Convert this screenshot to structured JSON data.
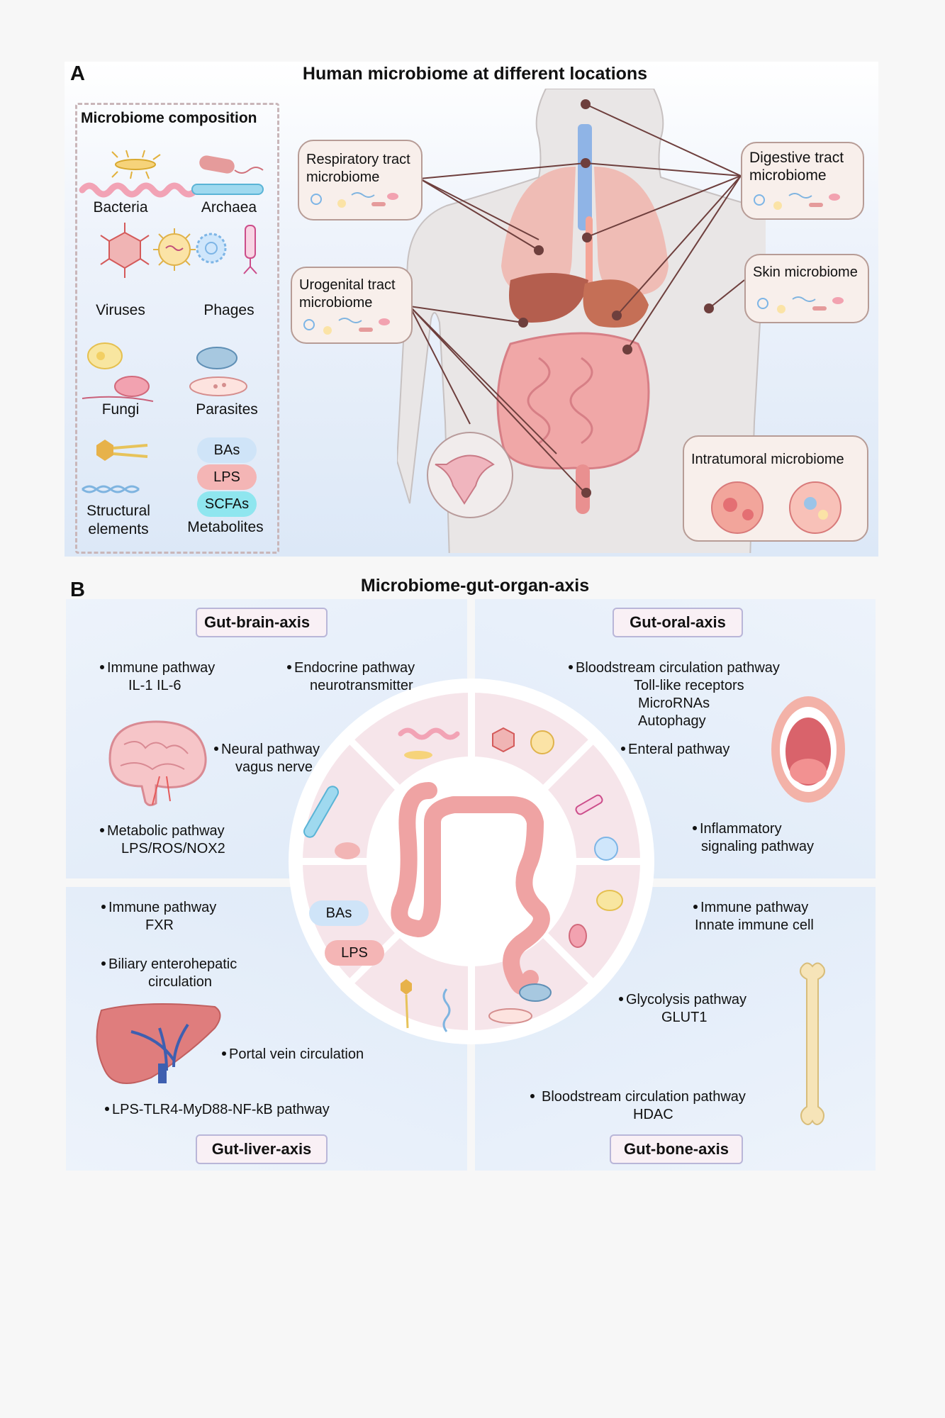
{
  "panel_a": {
    "letter": "A",
    "title": "Human microbiome at different locations",
    "composition": {
      "title": "Microbiome composition",
      "items": [
        "Bacteria",
        "Archaea",
        "Viruses",
        "Phages",
        "Fungi",
        "Parasites",
        "Structural elements",
        "Metabolites"
      ],
      "metabolites": [
        "BAs",
        "LPS",
        "SCFAs"
      ]
    },
    "callouts": {
      "respiratory": "Respiratory tract microbiome",
      "urogenital": "Urogenital tract microbiome",
      "digestive": "Digestive tract microbiome",
      "skin": "Skin microbiome",
      "intratumoral": "Intratumoral microbiome"
    }
  },
  "panel_b": {
    "letter": "B",
    "title": "Microbiome-gut-organ-axis",
    "brain": {
      "tag": "Gut-brain-axis",
      "items": [
        {
          "title": "Immune pathway",
          "sub": "IL-1 IL-6"
        },
        {
          "title": "Endocrine pathway",
          "sub": "neurotransmitter"
        },
        {
          "title": "Neural pathway",
          "sub": "vagus nerve"
        },
        {
          "title": "Metabolic pathway",
          "sub": "LPS/ROS/NOX2"
        }
      ]
    },
    "oral": {
      "tag": "Gut-oral-axis",
      "items": [
        {
          "title": "Bloodstream circulation pathway",
          "subs": [
            "Toll-like receptors",
            "MicroRNAs",
            "Autophagy"
          ]
        },
        {
          "title": "Enteral pathway"
        },
        {
          "title": "Inflammatory",
          "sub": "signaling pathway"
        }
      ]
    },
    "liver": {
      "tag": "Gut-liver-axis",
      "items": [
        {
          "title": "Immune pathway",
          "sub": "FXR"
        },
        {
          "title": "Biliary enterohepatic",
          "sub": "circulation"
        },
        {
          "title": "Portal vein circulation"
        },
        {
          "title": "LPS-TLR4-MyD88-NF-kB pathway"
        }
      ]
    },
    "bone": {
      "tag": "Gut-bone-axis",
      "items": [
        {
          "title": "Immune pathway",
          "sub": "Innate immune cell"
        },
        {
          "title": "Glycolysis pathway",
          "sub": "GLUT1"
        },
        {
          "title": "Bloodstream circulation pathway",
          "sub": "HDAC"
        }
      ]
    },
    "wheel_pills": [
      "BAs",
      "LPS"
    ]
  }
}
